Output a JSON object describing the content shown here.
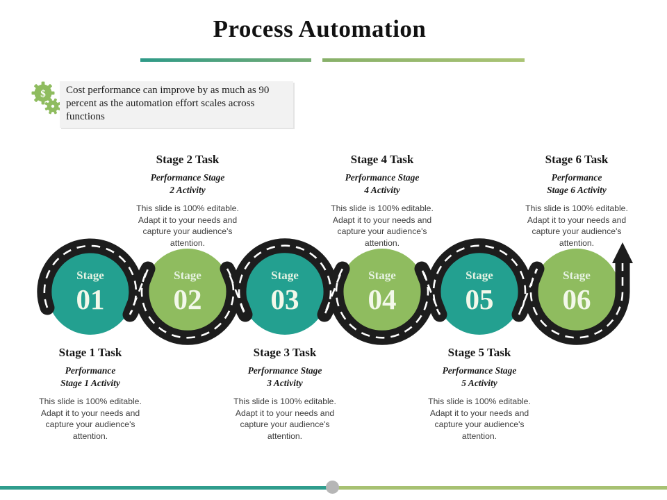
{
  "title": "Process Automation",
  "callout": {
    "line1": "Cost performance can improve by as much as 90",
    "line2": "percent as the automation effort scales across functions",
    "icon": "gears-dollar-icon",
    "icon_symbol": "$"
  },
  "stages": [
    {
      "circle_label": "Stage",
      "circle_number": "01",
      "color": "#23a090",
      "task_title": "Stage 1 Task",
      "subtitle_line1": "Performance",
      "subtitle_line2": "Stage 1 Activity",
      "body": "This slide is 100% editable. Adapt it to your needs and capture your audience's attention."
    },
    {
      "circle_label": "Stage",
      "circle_number": "02",
      "color": "#8fbc5f",
      "task_title": "Stage 2 Task",
      "subtitle_line1": "Performance Stage",
      "subtitle_line2": "2 Activity",
      "body": "This slide is 100% editable. Adapt it to your needs and capture your audience's attention."
    },
    {
      "circle_label": "Stage",
      "circle_number": "03",
      "color": "#23a090",
      "task_title": "Stage 3 Task",
      "subtitle_line1": "Performance Stage",
      "subtitle_line2": "3 Activity",
      "body": "This slide is 100% editable. Adapt it to your needs and capture your audience's attention."
    },
    {
      "circle_label": "Stage",
      "circle_number": "04",
      "color": "#8fbc5f",
      "task_title": "Stage 4 Task",
      "subtitle_line1": "Performance Stage",
      "subtitle_line2": "4 Activity",
      "body": "This slide is 100% editable. Adapt it to your needs and capture your audience's attention."
    },
    {
      "circle_label": "Stage",
      "circle_number": "05",
      "color": "#23a090",
      "task_title": "Stage 5 Task",
      "subtitle_line1": "Performance Stage",
      "subtitle_line2": "5 Activity",
      "body": "This slide is 100% editable. Adapt it to your needs and capture your audience's attention."
    },
    {
      "circle_label": "Stage",
      "circle_number": "06",
      "color": "#8fbc5f",
      "task_title": "Stage 6 Task",
      "subtitle_line1": "Performance",
      "subtitle_line2": "Stage 6 Activity",
      "body": "This slide is 100% editable. Adapt it to your needs and capture your audience's attention."
    }
  ],
  "colors": {
    "teal_circle": "#23a090",
    "green_circle": "#8fbc5f",
    "road": "#1d1d1d",
    "road_dash": "#ffffff",
    "bar_left_gradient": [
      "#2e9a88",
      "#76ac74"
    ],
    "bar_right_gradient": [
      "#87b069",
      "#abc475"
    ],
    "footer_left": "#2f9d8d",
    "footer_right": "#a7c172",
    "footer_dot": "#b6b6b6",
    "callout_bg": "#f2f2f2",
    "gear_green": "#8fbc5f"
  }
}
